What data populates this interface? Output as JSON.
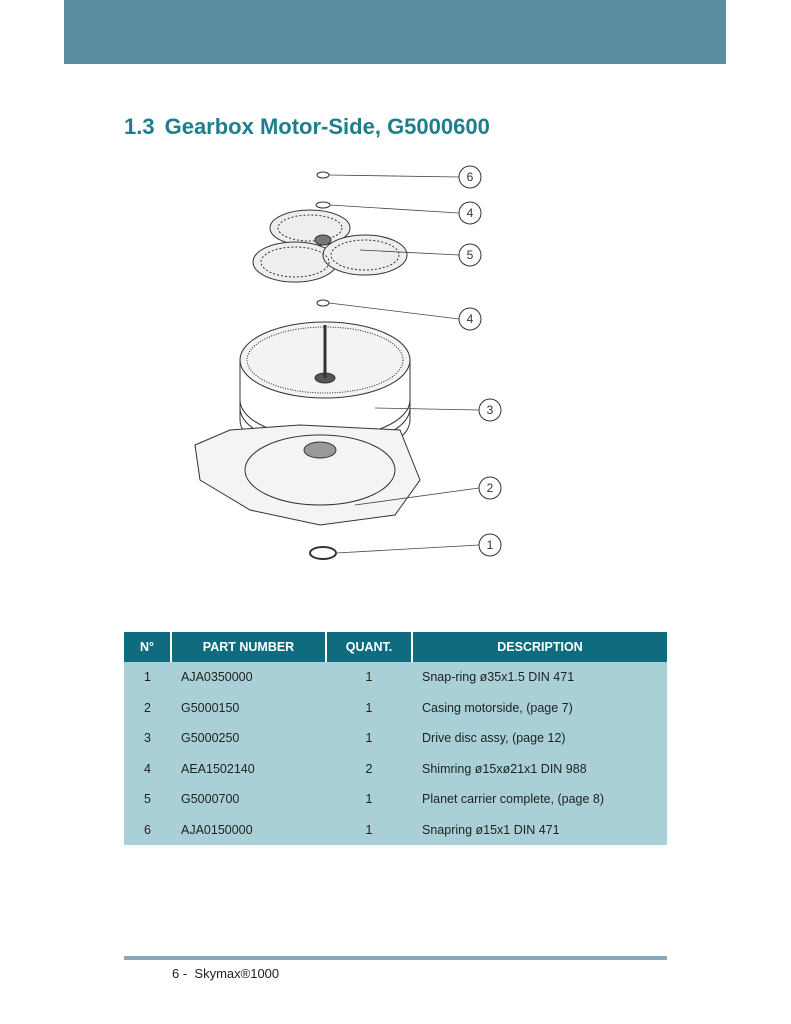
{
  "section": {
    "number": "1.3",
    "title": "Gearbox Motor-Side, G5000600"
  },
  "callouts": [
    "6",
    "4",
    "5",
    "4",
    "3",
    "2",
    "1"
  ],
  "table": {
    "headers": [
      "N°",
      "PART NUMBER",
      "QUANT.",
      "DESCRIPTION"
    ],
    "rows": [
      {
        "n": "1",
        "part": "AJA0350000",
        "qty": "1",
        "desc": "Snap-ring ø35x1.5 DIN 471"
      },
      {
        "n": "2",
        "part": "G5000150",
        "qty": "1",
        "desc": "Casing motorside, (page 7)"
      },
      {
        "n": "3",
        "part": "G5000250",
        "qty": "1",
        "desc": "Drive disc assy, (page 12)"
      },
      {
        "n": "4",
        "part": "AEA1502140",
        "qty": "2",
        "desc": "Shimring ø15xø21x1 DIN 988"
      },
      {
        "n": "5",
        "part": "G5000700",
        "qty": "1",
        "desc": "Planet carrier complete, (page 8)"
      },
      {
        "n": "6",
        "part": "AJA0150000",
        "qty": "1",
        "desc": "Snapring ø15x1 DIN 471"
      }
    ]
  },
  "footer": {
    "page": "6 -",
    "product": "Skymax®1000"
  }
}
